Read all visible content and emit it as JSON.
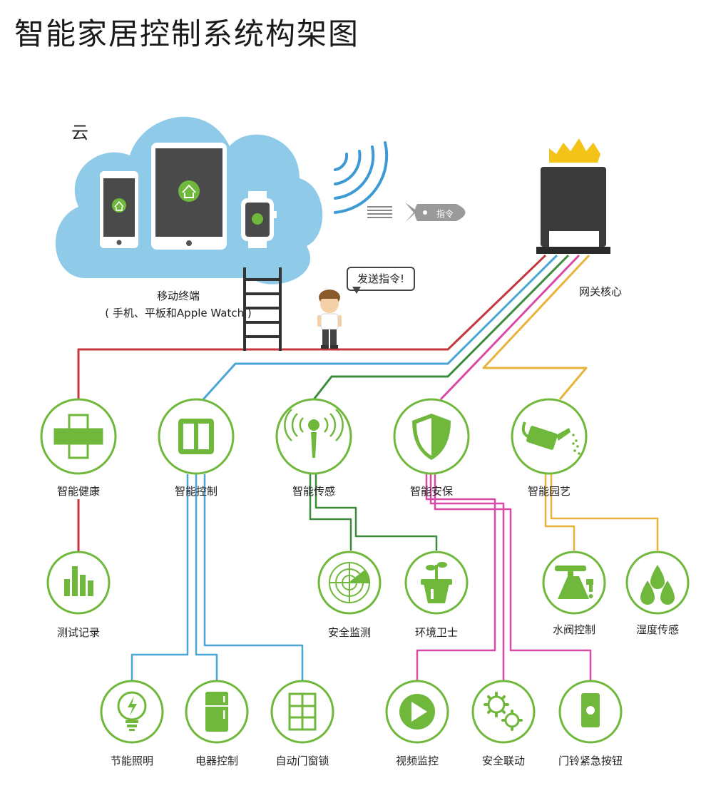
{
  "title": "智能家居控制系统构架图",
  "cloud": {
    "label": "云"
  },
  "devices": {
    "label": "移动终端",
    "sublabel": "( 手机、平板和Apple Watch )"
  },
  "command": {
    "bubble": "发送指令!",
    "rocket_label": "指令"
  },
  "gateway": {
    "label": "网关核心"
  },
  "colors": {
    "red": "#c4373f",
    "blue": "#4aa6d6",
    "green": "#3b8c3e",
    "magenta": "#d94aa6",
    "orange": "#e8b33a",
    "accent": "#6fb83c",
    "cloud": "#8fcbe8"
  },
  "categories": [
    {
      "id": "health",
      "label": "智能健康",
      "icon": "cross-icon"
    },
    {
      "id": "control",
      "label": "智能控制",
      "icon": "switch-icon"
    },
    {
      "id": "sensor",
      "label": "智能传感",
      "icon": "antenna-icon"
    },
    {
      "id": "security",
      "label": "智能安保",
      "icon": "shield-icon"
    },
    {
      "id": "garden",
      "label": "智能园艺",
      "icon": "watering-can-icon"
    }
  ],
  "subitems": [
    {
      "id": "test-record",
      "label": "测试记录",
      "parent": "health",
      "icon": "bar-chart-icon"
    },
    {
      "id": "safety-monitor",
      "label": "安全监测",
      "parent": "sensor",
      "icon": "radar-icon"
    },
    {
      "id": "env-guard",
      "label": "环境卫士",
      "parent": "sensor",
      "icon": "plant-pot-icon"
    },
    {
      "id": "water-valve",
      "label": "水阀控制",
      "parent": "garden",
      "icon": "faucet-icon"
    },
    {
      "id": "humidity",
      "label": "湿度传感",
      "parent": "garden",
      "icon": "droplets-icon"
    },
    {
      "id": "lighting",
      "label": "节能照明",
      "parent": "control",
      "icon": "bulb-icon"
    },
    {
      "id": "appliance",
      "label": "电器控制",
      "parent": "control",
      "icon": "fridge-icon"
    },
    {
      "id": "window-lock",
      "label": "自动门窗锁",
      "parent": "control",
      "icon": "window-icon"
    },
    {
      "id": "video",
      "label": "视频监控",
      "parent": "security",
      "icon": "play-icon"
    },
    {
      "id": "linkage",
      "label": "安全联动",
      "parent": "security",
      "icon": "gears-icon"
    },
    {
      "id": "doorbell",
      "label": "门铃紧急按钮",
      "parent": "security",
      "icon": "doorbell-icon"
    }
  ]
}
